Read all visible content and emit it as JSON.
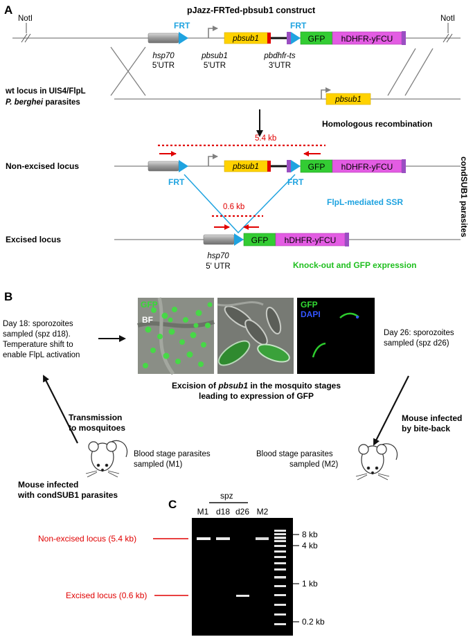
{
  "colors": {
    "gray_line": "#808080",
    "hsp70": "#a6a6a6",
    "frt": "#1fa3e0",
    "pbsub1": "#ffd200",
    "gfp": "#33cc33",
    "hdhfr": "#e35ce3",
    "red": "#e00000",
    "purple": "#9a4fc2",
    "green_text": "#1fbf1f",
    "blue_text": "#1fa3e0"
  },
  "panel_a": {
    "label": "A",
    "construct_title": "pJazz-FRTed-pbsub1 construct",
    "noti_left": "NotI",
    "noti_right": "NotI",
    "frt": "FRT",
    "pbsub1": "pbsub1",
    "gfp": "GFP",
    "hdhfr": "hDHFR-yFCU",
    "hsp70": "hsp70",
    "utr5": "5'UTR",
    "pbsub1_lbl": "pbsub1",
    "pbdhfr": "pbdhfr-ts",
    "utr3": "3'UTR",
    "wt_line1": "wt locus in UIS4/FlpL",
    "wt_line2_italic": "P. berghei",
    "wt_line2_rest": " parasites",
    "homologous": "Homologous recombination",
    "size_large": "5.4 kb",
    "non_excised": "Non-excised locus",
    "flpl_ssr": "FlpL-mediated SSR",
    "size_small": "0.6 kb",
    "excised": "Excised locus",
    "hsp70_b": "hsp70",
    "utr5_b": "5' UTR",
    "ko_gfp": "Knock-out and GFP expression",
    "condsub1": "condSUB1 parasites"
  },
  "panel_b": {
    "label": "B",
    "day18_l1": "Day 18: sporozoites",
    "day18_l2": "sampled (spz d18).",
    "day18_l3": "Temperature shift to",
    "day18_l4": "enable FlpL activation",
    "img_gfp": "GFP",
    "img_bf": "BF",
    "img3_gfp": "GFP",
    "img3_dapi": "DAPI",
    "day26_l1": "Day 26: sporozoites",
    "day26_l2": "sampled (spz d26)",
    "excision_pre": "Excision of ",
    "excision_italic": "pbsub1",
    "excision_post": " in the mosquito stages",
    "excision_l2": "leading to expression of GFP",
    "transmission_l1": "Transmission",
    "transmission_l2": "to mosquitoes",
    "bite_l1": "Mouse infected",
    "bite_l2": "by bite-back",
    "blood_m1_l1": "Blood stage parasites",
    "blood_m1_l2": "sampled (M1)",
    "blood_m2_l1": "Blood stage parasites",
    "blood_m2_l2": "sampled (M2)",
    "mouse_l1": "Mouse infected",
    "mouse_l2": "with condSUB1 parasites"
  },
  "panel_c": {
    "label": "C",
    "spz": "spz",
    "lanes": [
      "M1",
      "d18",
      "d26",
      "M2"
    ],
    "non_excised_band": "Non-excised locus (5.4 kb)",
    "excised_band": "Excised locus (0.6 kb)",
    "ladder_marks": [
      "8 kb",
      "4 kb",
      "1 kb",
      "0.2 kb"
    ]
  }
}
